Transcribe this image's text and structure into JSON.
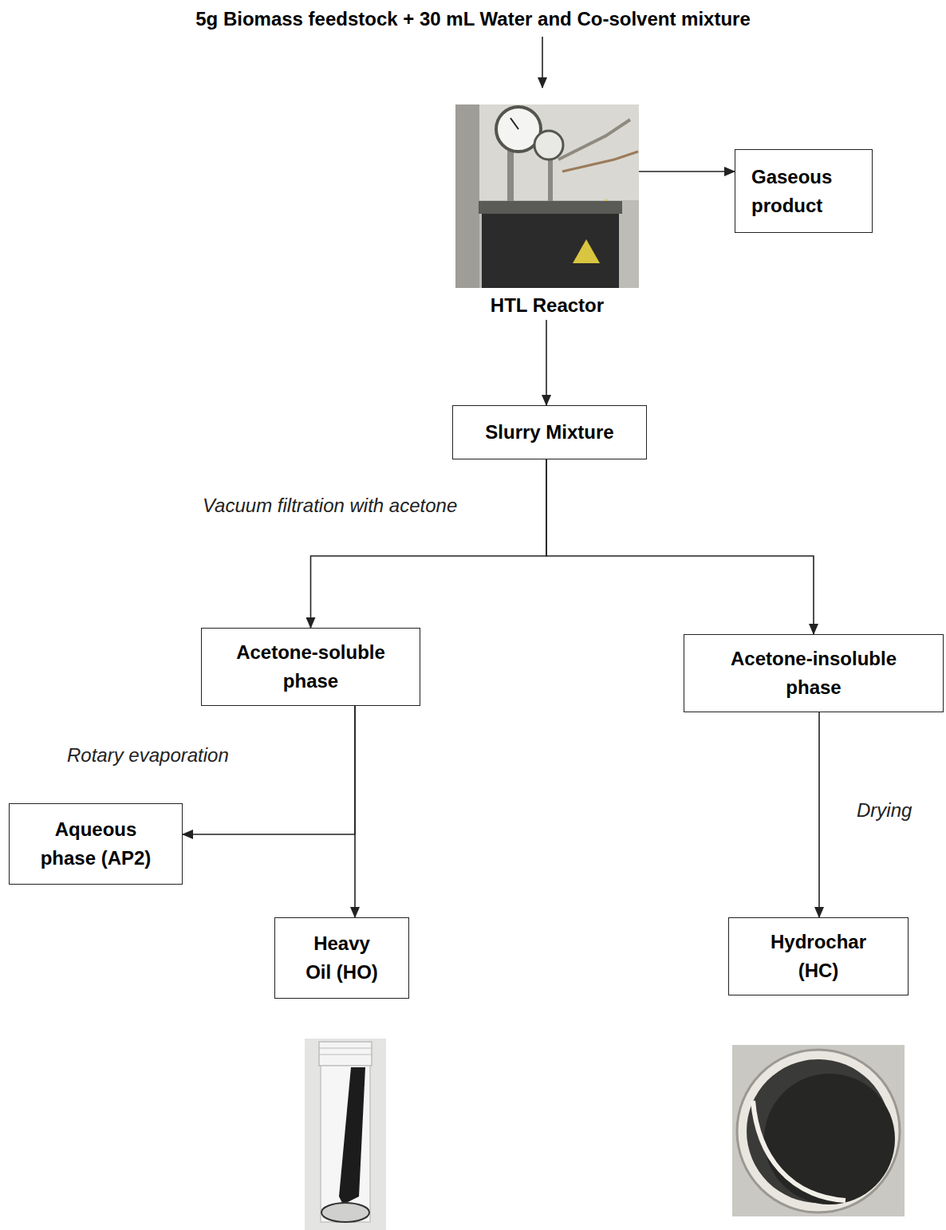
{
  "diagram": {
    "title": "5g Biomass feedstock + 30 mL Water and Co-solvent mixture",
    "nodes": [
      {
        "text": [
          "HTL Reactor"
        ]
      },
      {
        "text": [
          "Gaseous product"
        ]
      },
      {
        "text": [
          "Slurry Mixture"
        ]
      },
      {
        "text": [
          "Acetone-soluble phase"
        ]
      },
      {
        "text": [
          "Acetone-insoluble phase"
        ]
      },
      {
        "text": [
          "Aqueous phase (AP2)"
        ]
      },
      {
        "text": [
          "Heavy Oil (HO)"
        ]
      },
      {
        "text": [
          "Hydrochar (HC)"
        ]
      }
    ],
    "edges": [
      {
        "from": 0,
        "to": 1,
        "arrow": "to"
      },
      {
        "from": 0,
        "to": 2,
        "arrow": "to"
      },
      {
        "from": 2,
        "to": 3,
        "arrow": "to",
        "label": "Vacuum filtration with acetone"
      },
      {
        "from": 2,
        "to": 4,
        "arrow": "to"
      },
      {
        "from": 3,
        "to": 5,
        "arrow": "to",
        "label": "Rotary evaporation"
      },
      {
        "from": 3,
        "to": 6,
        "arrow": "to"
      },
      {
        "from": 4,
        "to": 7,
        "arrow": "to",
        "label": "Drying"
      }
    ]
  }
}
